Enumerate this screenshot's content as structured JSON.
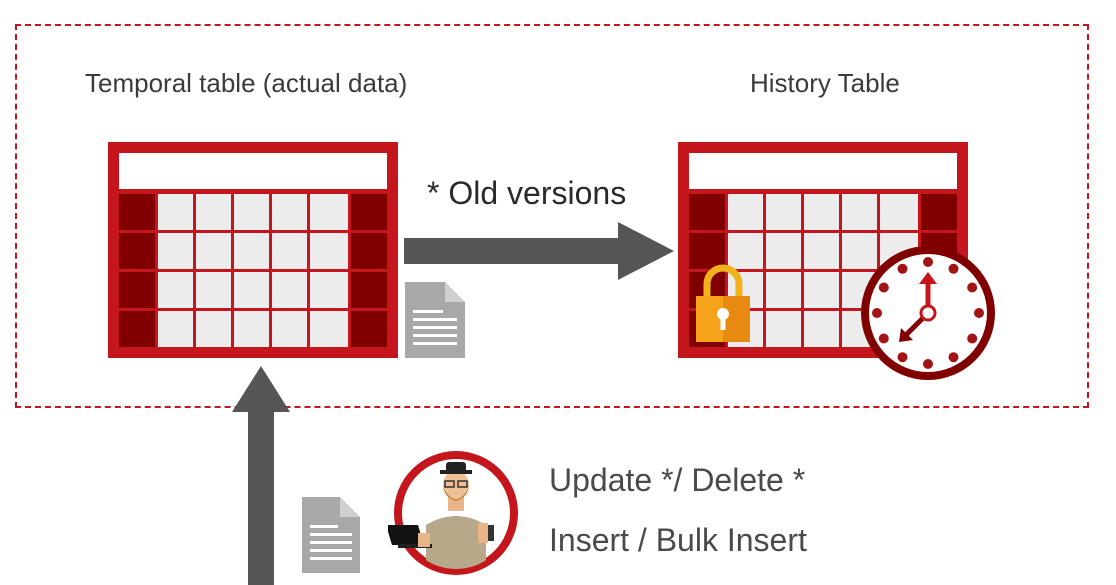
{
  "labels": {
    "temporal_table": "Temporal table (actual data)",
    "history_table": "History Table",
    "old_versions": "* Old versions",
    "operations": [
      "Update */ Delete *",
      "Insert / Bulk Insert"
    ]
  },
  "icons": {
    "temporal_table": "table-icon",
    "history_table": "table-icon",
    "lock": "lock-icon",
    "clock": "clock-icon",
    "document": "document-icon",
    "user": "user-avatar"
  },
  "colors": {
    "accent_red": "#c4161c",
    "dark_red": "#800000",
    "arrow_gray": "#555555",
    "doc_gray": "#a8a8a8",
    "lock_orange": "#f7a21b"
  }
}
